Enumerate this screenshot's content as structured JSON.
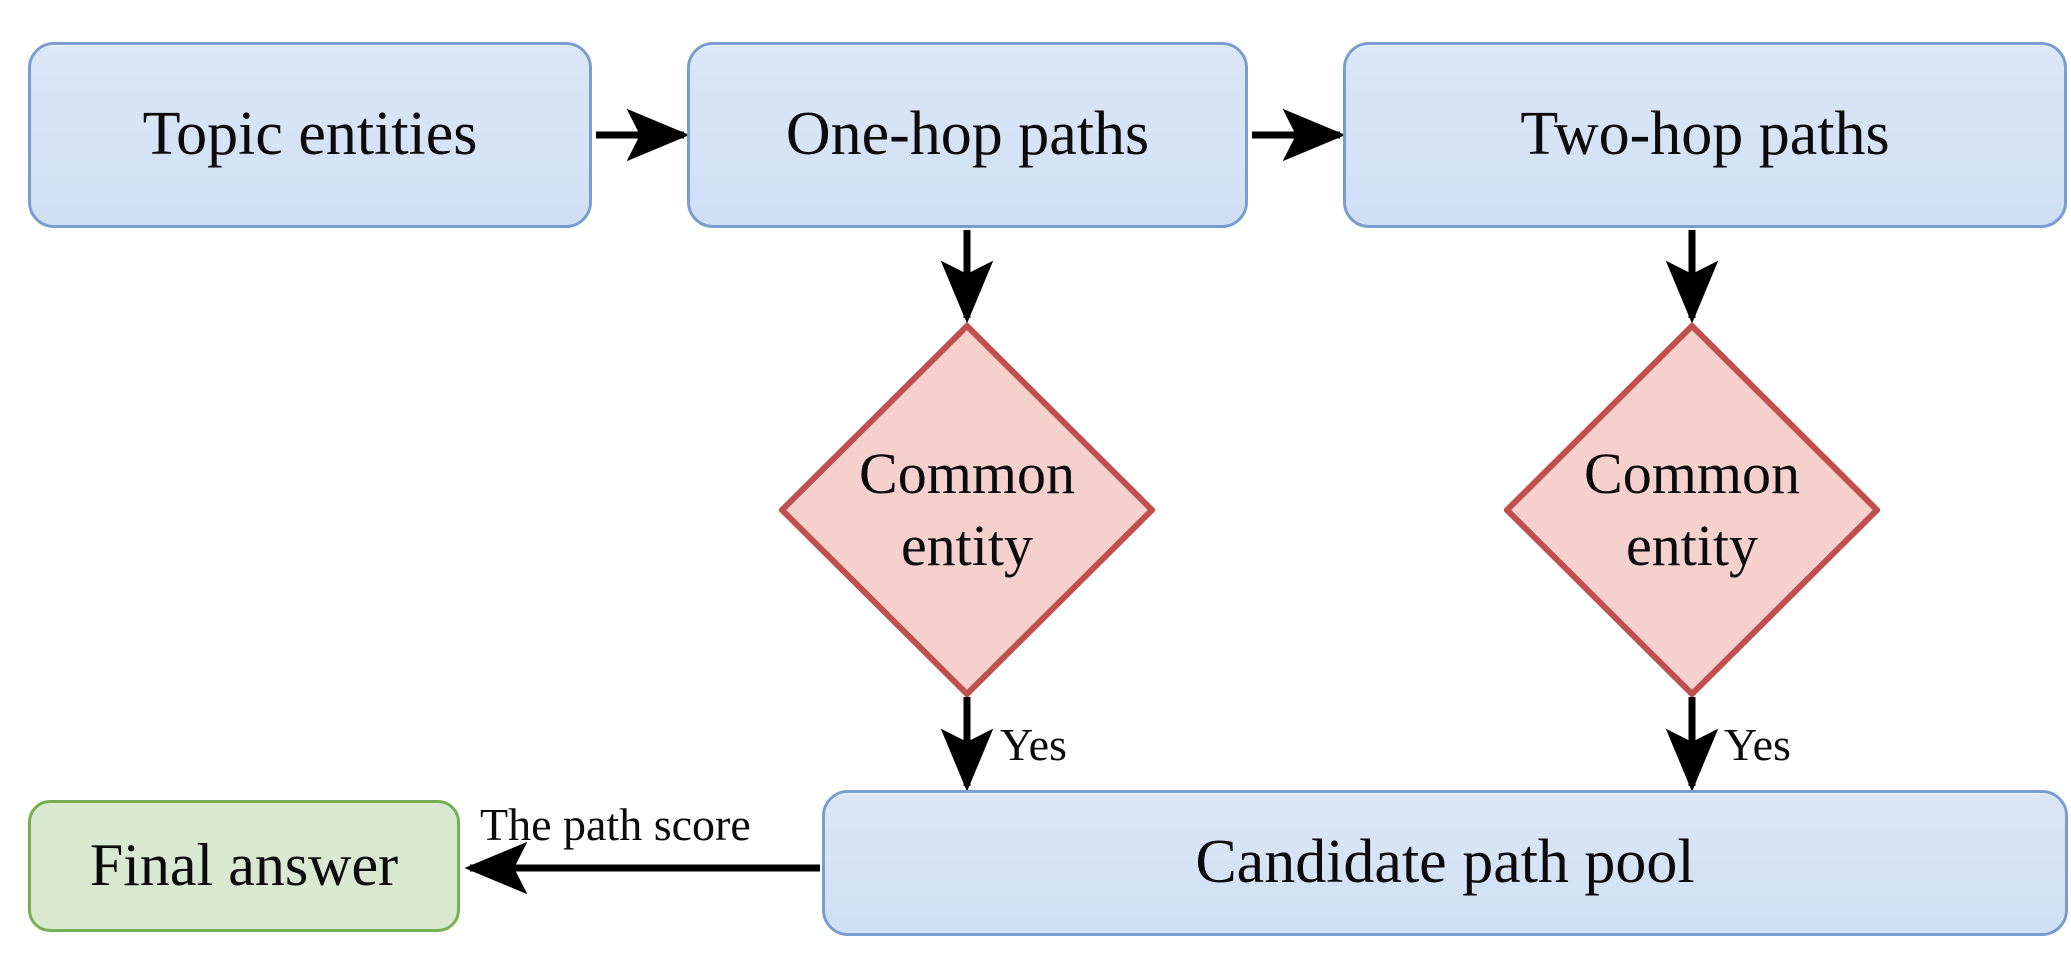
{
  "diagram": {
    "type": "flowchart",
    "title": "",
    "background": "#ffffff",
    "palette": {
      "process_fill": "#d7e4f6",
      "process_stroke": "#7a9cd0",
      "decision_fill": "#f5d0cd",
      "decision_stroke": "#c0504d",
      "terminal_fill": "#d9e9d1",
      "terminal_stroke": "#76b053",
      "edge_stroke": "#000000",
      "text": "#0b0b0b"
    },
    "nodes": [
      {
        "id": "topic_entities",
        "shape": "rounded-rect",
        "label": "Topic entities"
      },
      {
        "id": "one_hop_paths",
        "shape": "rounded-rect",
        "label": "One-hop paths"
      },
      {
        "id": "two_hop_paths",
        "shape": "rounded-rect",
        "label": "Two-hop paths"
      },
      {
        "id": "common_entity_1",
        "shape": "diamond",
        "label": "Common\nentity"
      },
      {
        "id": "common_entity_2",
        "shape": "diamond",
        "label": "Common\nentity"
      },
      {
        "id": "candidate_pool",
        "shape": "rounded-rect",
        "label": "Candidate path pool"
      },
      {
        "id": "final_answer",
        "shape": "rounded-rect",
        "label": "Final answer"
      }
    ],
    "edges": [
      {
        "from": "topic_entities",
        "to": "one_hop_paths",
        "label": "",
        "direction": "right"
      },
      {
        "from": "one_hop_paths",
        "to": "two_hop_paths",
        "label": "",
        "direction": "right"
      },
      {
        "from": "one_hop_paths",
        "to": "common_entity_1",
        "label": "",
        "direction": "down"
      },
      {
        "from": "two_hop_paths",
        "to": "common_entity_2",
        "label": "",
        "direction": "down"
      },
      {
        "from": "common_entity_1",
        "to": "candidate_pool",
        "label": "Yes",
        "direction": "down"
      },
      {
        "from": "common_entity_2",
        "to": "candidate_pool",
        "label": "Yes",
        "direction": "down"
      },
      {
        "from": "candidate_pool",
        "to": "final_answer",
        "label": "The path score",
        "direction": "left"
      }
    ]
  },
  "labels": {
    "topic_entities": "Topic entities",
    "one_hop_paths": "One-hop paths",
    "two_hop_paths": "Two-hop paths",
    "common_entity_1": "Common\nentity",
    "common_entity_2": "Common\nentity",
    "candidate_pool": "Candidate path pool",
    "final_answer": "Final answer",
    "yes_1": "Yes",
    "yes_2": "Yes",
    "path_score": "The path score"
  }
}
